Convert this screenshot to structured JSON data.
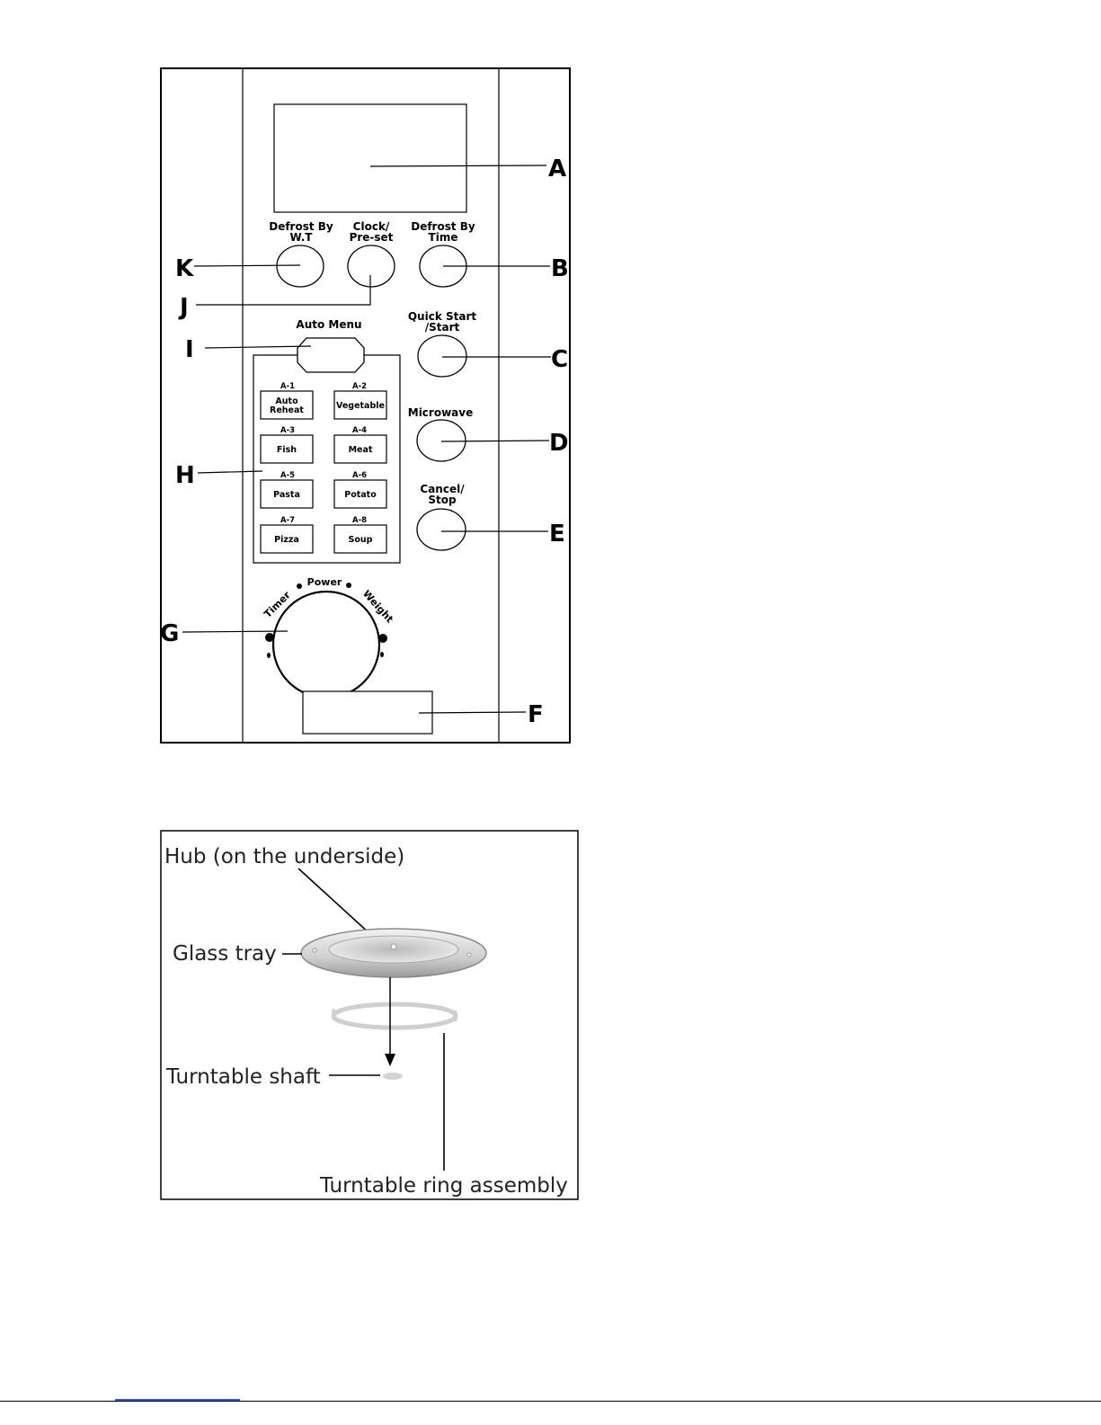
{
  "control_panel": {
    "callouts": {
      "A": "A",
      "B": "B",
      "C": "C",
      "D": "D",
      "E": "E",
      "F": "F",
      "G": "G",
      "H": "H",
      "I": "I",
      "J": "J",
      "K": "K"
    },
    "top_buttons": {
      "defrost_wt": [
        "Defrost By",
        "W.T"
      ],
      "clock": [
        "Clock/",
        "Pre-set"
      ],
      "defrost_time": [
        "Defrost By",
        "Time"
      ]
    },
    "auto_menu_label": "Auto Menu",
    "right_buttons": {
      "quick_start": [
        "Quick Start",
        "/Start"
      ],
      "microwave": [
        "Microwave"
      ],
      "cancel": [
        "Cancel/",
        "Stop"
      ]
    },
    "menu_items": [
      {
        "code": "A-1",
        "label": [
          "Auto",
          "Reheat"
        ]
      },
      {
        "code": "A-2",
        "label": [
          "Vegetable"
        ]
      },
      {
        "code": "A-3",
        "label": [
          "Fish"
        ]
      },
      {
        "code": "A-4",
        "label": [
          "Meat"
        ]
      },
      {
        "code": "A-5",
        "label": [
          "Pasta"
        ]
      },
      {
        "code": "A-6",
        "label": [
          "Potato"
        ]
      },
      {
        "code": "A-7",
        "label": [
          "Pizza"
        ]
      },
      {
        "code": "A-8",
        "label": [
          "Soup"
        ]
      }
    ],
    "dial_labels": {
      "timer": "Timer",
      "power": "Power",
      "weight": "Weight"
    }
  },
  "turntable": {
    "hub_label": "Hub (on the underside)",
    "glass_tray_label": "Glass tray",
    "shaft_label": "Turntable shaft",
    "ring_label": "Turntable ring assembly"
  }
}
